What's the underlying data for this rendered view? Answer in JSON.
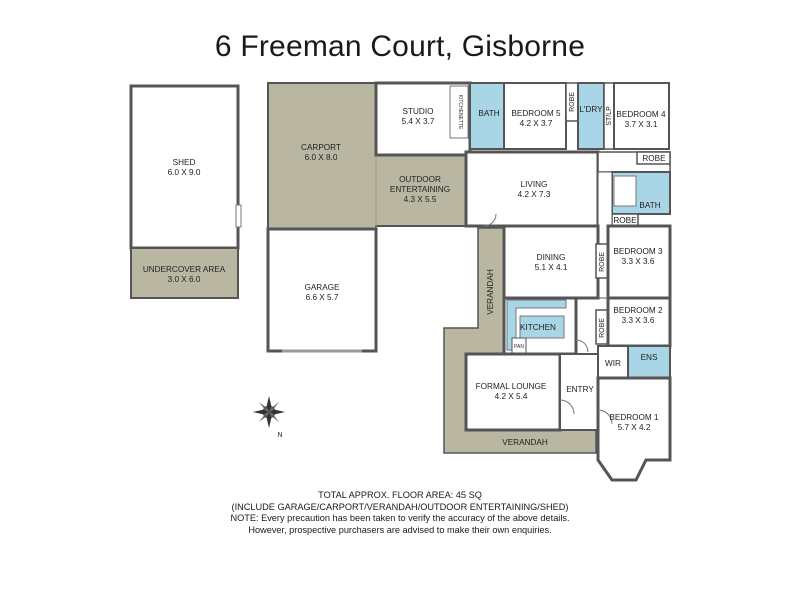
{
  "title": "6 Freeman Court, Gisborne",
  "colors": {
    "wall": "#555555",
    "covered_area": "#b9b7a2",
    "wet_area": "#a9d6e6",
    "room": "#ffffff",
    "background": "#ffffff"
  },
  "rooms": {
    "shed": {
      "name": "SHED",
      "size": "6.0 X 9.0"
    },
    "undercover": {
      "name": "UNDERCOVER AREA",
      "size": "3.0 X 6.0"
    },
    "carport": {
      "name": "CARPORT",
      "size": "6.0 X 8.0"
    },
    "garage": {
      "name": "GARAGE",
      "size": "6.6 X 5.7"
    },
    "outdoor": {
      "name1": "OUTDOOR",
      "name2": "ENTERTAINING",
      "size": "4.3 X 5.5"
    },
    "studio": {
      "name": "STUDIO",
      "size": "5.4 X 3.7"
    },
    "kitchenette": {
      "name": "KITCHENETTE"
    },
    "bath_top": {
      "name": "BATH"
    },
    "bedroom5": {
      "name": "BEDROOM 5",
      "size": "4.2 X 3.7"
    },
    "robe_b5": {
      "name": "ROBE"
    },
    "laundry": {
      "name": "L'DRY"
    },
    "stlp": {
      "name": "ST/LP"
    },
    "bedroom4": {
      "name": "BEDROOM 4",
      "size": "3.7 X 3.1"
    },
    "robe_b4": {
      "name": "ROBE"
    },
    "living": {
      "name": "LIVING",
      "size": "4.2 X 7.3"
    },
    "bath_main": {
      "name": "BATH"
    },
    "robe_bath": {
      "name": "ROBE"
    },
    "verandah_side": {
      "name": "VERANDAH"
    },
    "dining": {
      "name": "DINING",
      "size": "5.1 X 4.1"
    },
    "robe_b3": {
      "name": "ROBE"
    },
    "bedroom3": {
      "name": "BEDROOM 3",
      "size": "3.3 X 3.6"
    },
    "kitchen": {
      "name": "KITCHEN"
    },
    "pan": {
      "name": "PAN"
    },
    "robe_b2": {
      "name": "ROBE"
    },
    "bedroom2": {
      "name": "BEDROOM 2",
      "size": "3.3 X 3.6"
    },
    "wir": {
      "name": "WIR"
    },
    "ens": {
      "name": "ENS"
    },
    "formal": {
      "name": "FORMAL LOUNGE",
      "size": "4.2 X 5.4"
    },
    "entry": {
      "name": "ENTRY"
    },
    "bedroom1": {
      "name": "BEDROOM 1",
      "size": "5.7 X 4.2"
    },
    "verandah_front": {
      "name": "VERANDAH"
    }
  },
  "compass": {
    "label": "N"
  },
  "notes": {
    "line1": "TOTAL APPROX. FLOOR AREA: 45 SQ",
    "line2": "(INCLUDE GARAGE/CARPORT/VERANDAH/OUTDOOR ENTERTAINING/SHED)",
    "line3": "NOTE: Every precaution has been taken to verify the accuracy of the above details.",
    "line4": "However, prospective purchasers are advised to make their own enquiries."
  }
}
